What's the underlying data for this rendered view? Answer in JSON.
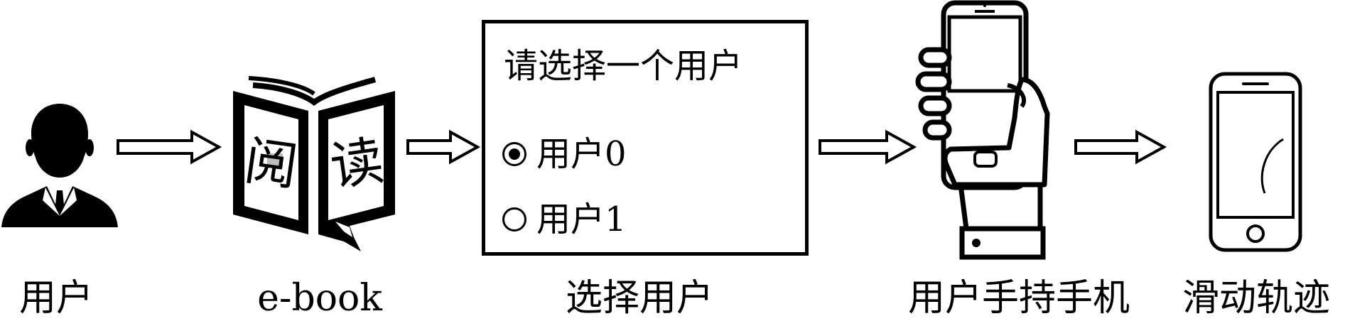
{
  "captions": {
    "user": "用户",
    "ebook": "e-book",
    "select_user": "选择用户",
    "hold_phone": "用户手持手机",
    "swipe": "滑动轨迹"
  },
  "ebook_icon": {
    "left_glyph": "阅",
    "right_glyph": "读"
  },
  "dialog": {
    "title": "请选择一个用户",
    "options": [
      {
        "label": "用户0",
        "selected": true
      },
      {
        "label": "用户1",
        "selected": false
      }
    ]
  }
}
